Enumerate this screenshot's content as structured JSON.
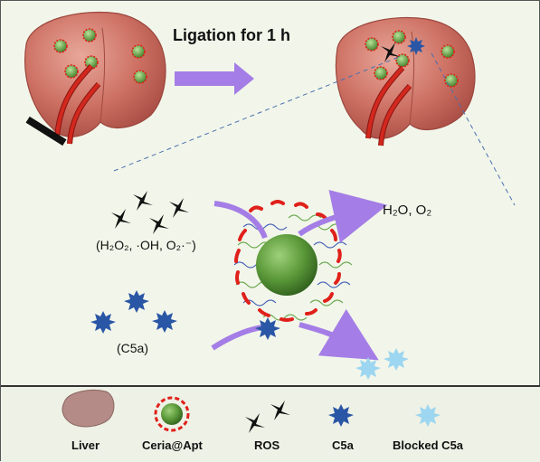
{
  "diagram": {
    "step_label": "Ligation for 1 h",
    "ros_formula": "(H₂O₂, ·OH, O₂·⁻)",
    "c5a_label": "(C5a)",
    "product_label": "H₂O, O₂"
  },
  "legend": {
    "liver": "Liver",
    "ceria": "Ceria@Apt",
    "ros": "ROS",
    "c5a": "C5a",
    "blocked_c5a": "Blocked C5a"
  },
  "colors": {
    "liver": "#c96a5e",
    "vessel": "#c8201a",
    "arrow": "#a47ee6",
    "nanoparticle": "#5c9a3a",
    "aptamer": "#e0201a",
    "c5a": "#2a56a6",
    "blocked_c5a": "#9dd6f0",
    "ros": "#111111"
  }
}
